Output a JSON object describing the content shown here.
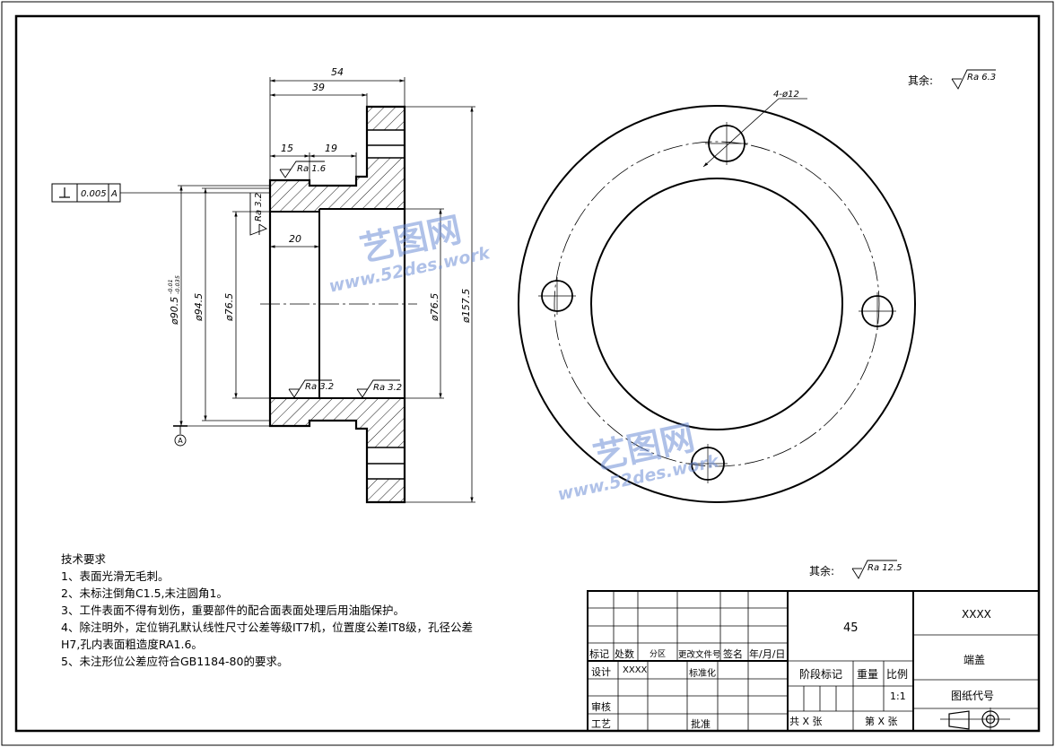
{
  "remarks": {
    "top_prefix": "其余:",
    "top_ra": "Ra 6.3",
    "bottom_prefix": "其余:",
    "bottom_ra": "Ra 12.5"
  },
  "dimensions": {
    "overall_length": "54",
    "length_39": "39",
    "length_15": "15",
    "length_19": "19",
    "length_20": "20",
    "dia_outer_tol": "ø90.5",
    "dia_outer_tol_upper": "-0.01",
    "dia_outer_tol_lower": "-0.035",
    "dia_94": "ø94.5",
    "dia_bore_left": "ø76.5",
    "dia_bore_right": "ø76.5",
    "dia_flange": "ø157.5",
    "holes": "4-ø12"
  },
  "roughness": {
    "r1": "Ra 1.6",
    "r2": "Ra 3.2",
    "r3": "Ra 3.2",
    "r4": "Ra 3.2"
  },
  "tolerance_frame": {
    "value": "0.005",
    "datum": "A",
    "datum_marker": "A"
  },
  "watermarks": {
    "brand": "艺图网",
    "site": "www.52des.work"
  },
  "tech_requirements": {
    "title": "技术要求",
    "items": [
      "1、表面光滑无毛刺。",
      "2、未标注倒角C1.5,未注圆角1。",
      "3、工件表面不得有划伤，重要部件的配合面表面处理后用油脂保护。",
      "4、除注明外，定位销孔默认线性尺寸公差等级IT7机，位置度公差IT8级，孔径公差",
      "H7,孔内表面粗造度RA1.6。",
      "5、未注形位公差应符合GB1184-80的要求。"
    ]
  },
  "title_block": {
    "material": "45",
    "company": "XXXX",
    "part_name": "端盖",
    "drawing_code": "图纸代号",
    "stage_mark": "阶段标记",
    "weight": "重量",
    "scale_label": "比例",
    "scale": "1:1",
    "total_sheets": "共 X 张",
    "sheet_no": "第 X 张",
    "rev_mark": "标记",
    "rev_count": "处数",
    "rev_zone": "分区",
    "rev_doc": "更改文件号",
    "rev_sign": "签名",
    "rev_date": "年/月/日",
    "design": "设计",
    "designer": "XXXX",
    "standardize": "标准化",
    "review": "审核",
    "process": "工艺",
    "approve": "批准"
  }
}
